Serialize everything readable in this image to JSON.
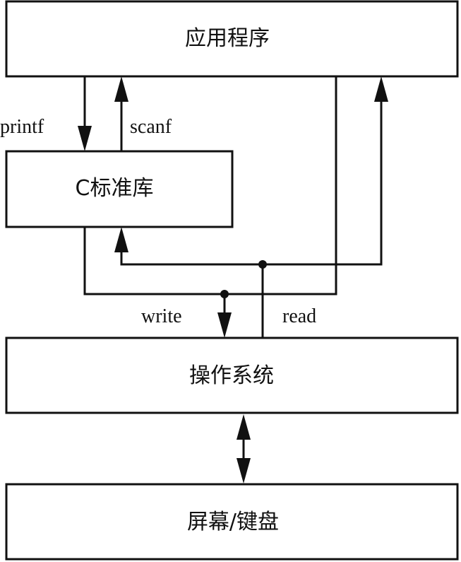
{
  "boxes": {
    "application": "应用程序",
    "c_library": "C标准库",
    "operating_system": "操作系统",
    "screen_keyboard": "屏幕/键盘"
  },
  "edge_labels": {
    "printf": "printf",
    "scanf": "scanf",
    "write": "write",
    "read": "read"
  }
}
